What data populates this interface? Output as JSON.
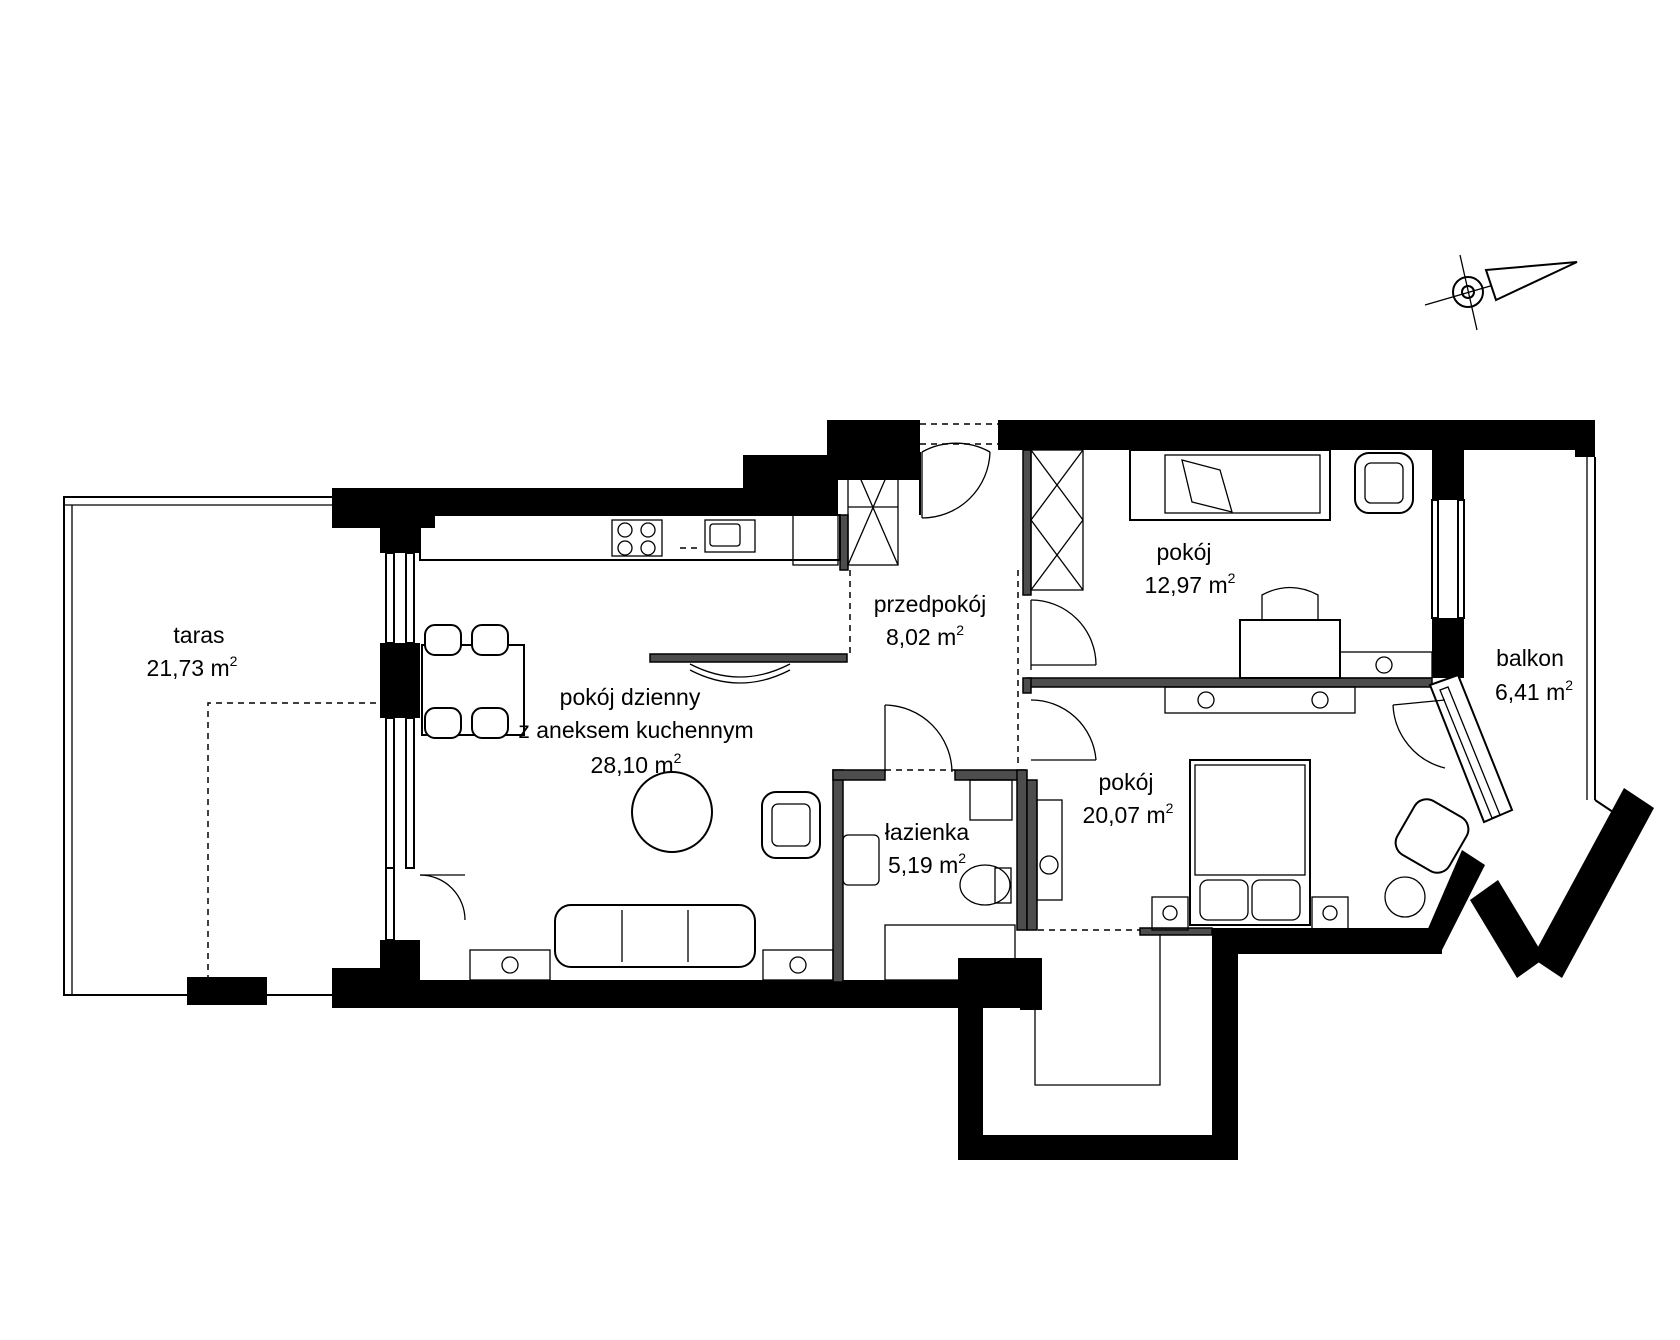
{
  "rooms": [
    {
      "name": "taras",
      "area": "21,73",
      "unit": "m",
      "exp": "2"
    },
    {
      "name": "przedpokój",
      "area": "8,02",
      "unit": "m",
      "exp": "2"
    },
    {
      "name": "pokój",
      "area": "12,97",
      "unit": "m",
      "exp": "2"
    },
    {
      "name": "balkon",
      "area": "6,41",
      "unit": "m",
      "exp": "2"
    },
    {
      "name_line1": "pokój dzienny",
      "name_line2": "z aneksem kuchennym",
      "area": "28,10",
      "unit": "m",
      "exp": "2"
    },
    {
      "name": "łazienka",
      "area": "5,19",
      "unit": "m",
      "exp": "2"
    },
    {
      "name": "pokój",
      "area": "20,07",
      "unit": "m",
      "exp": "2"
    }
  ],
  "colors": {
    "wall": "#000000",
    "partition": "#4d4d4d",
    "background": "#ffffff"
  },
  "icons": [
    "compass-north-arrow-icon"
  ]
}
